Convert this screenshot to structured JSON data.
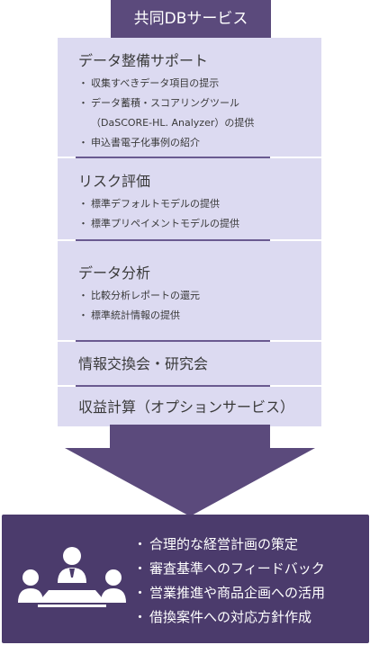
{
  "header": {
    "title": "共同DBサービス"
  },
  "panels": [
    {
      "title": "データ整備サポート",
      "items": [
        {
          "text": "収集すべきデータ項目の提示"
        },
        {
          "text": "データ蓄積・スコアリングツール",
          "sub": "（DaSCORE-HL. Analyzer）の提供"
        },
        {
          "text": "申込書電子化事例の紹介"
        }
      ]
    },
    {
      "title": "リスク評価",
      "items": [
        {
          "text": "標準デフォルトモデルの提供"
        },
        {
          "text": "標準プリペイメントモデルの提供"
        }
      ]
    },
    {
      "title": "データ分析",
      "items": [
        {
          "text": "比較分析レポートの還元"
        },
        {
          "text": "標準統計情報の提供"
        }
      ]
    },
    {
      "title": "情報交換会・研究会",
      "items": []
    },
    {
      "title": "収益計算（オプションサービス）",
      "items": []
    }
  ],
  "bullet": "・",
  "results": [
    "合理的な経営計画の策定",
    "審査基準へのフィードバック",
    "営業推進や商品企画への活用",
    "借換案件への対応方針作成"
  ],
  "icons": {
    "meeting": "people-meeting-icon",
    "arrow": "down-arrow-icon"
  },
  "colors": {
    "header": "#5b4a7c",
    "panel": "#dcdaf1",
    "separator": "#6a5a90",
    "arrow": "#5b4a7c",
    "result_box": "#4b3b6c",
    "text": "#3a3a3a"
  }
}
